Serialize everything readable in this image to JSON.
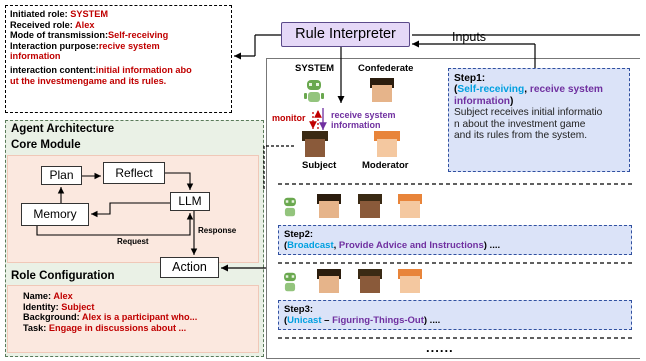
{
  "role_info": {
    "initiated_role_label": "Initiated role:",
    "initiated_role_value": "SYSTEM",
    "received_role_label": "Received role:",
    "received_role_value": "Alex",
    "transmission_label": "Mode of transmission:",
    "transmission_value": "Self-receiving",
    "purpose_label": "Interaction purpose:",
    "purpose_value_1": "recive system",
    "purpose_value_2": "information",
    "content_label": "interaction content:",
    "content_value_1": "initial information abo",
    "content_value_2": "ut the investmengame and its rules."
  },
  "rule_interpreter": "Rule Interpreter",
  "inputs_label": "Inputs",
  "agent_architecture": {
    "title": "Agent Architecture",
    "core_module": "Core Module",
    "plan": "Plan",
    "reflect": "Reflect",
    "memory": "Memory",
    "llm": "LLM",
    "request": "Request",
    "response": "Response",
    "action": "Action",
    "role_configuration": "Role Configuration",
    "name_label": "Name:",
    "name_value": "Alex",
    "identity_label": "Identity:",
    "identity_value": "Subject",
    "background_label": "Background:",
    "background_value": "Alex is a participant who...",
    "task_label": "Task:",
    "task_value": "Engage in discussions about ..."
  },
  "scene": {
    "system": "SYSTEM",
    "confederate": "Confederate",
    "subject": "Subject",
    "moderator": "Moderator",
    "monitor": "monitor",
    "receive_1": "receive system",
    "receive_2": "information"
  },
  "step1": {
    "title": "Step1:",
    "open": "(",
    "blue": "Self-receiving",
    "comma": ", ",
    "purple_1": "receive system",
    "purple_2": "information",
    "close": ")",
    "desc_1": "Subject receives initial informatio",
    "desc_2": "n about the investment game",
    "desc_3": "and its rules from the system."
  },
  "step2": {
    "title": "Step2:",
    "open": "(",
    "blue": "Broadcast",
    "comma": ", ",
    "purple": "Provide Advice and Instructions",
    "close": ") ...."
  },
  "step3": {
    "title": "Step3:",
    "open": "(",
    "blue": "Unicast",
    "dash": " – ",
    "purple": "Figuring-Things-Out",
    "close": ") ...."
  },
  "ellipsis": "......",
  "colors": {
    "red": "#c00000",
    "blue": "#00a0e0",
    "purple": "#7030a0",
    "agent_bg": "#eaf1e6",
    "panel_bg": "#fbe8df",
    "step_bg": "#dbe3f8",
    "interpreter_bg": "#e5d8f7"
  }
}
